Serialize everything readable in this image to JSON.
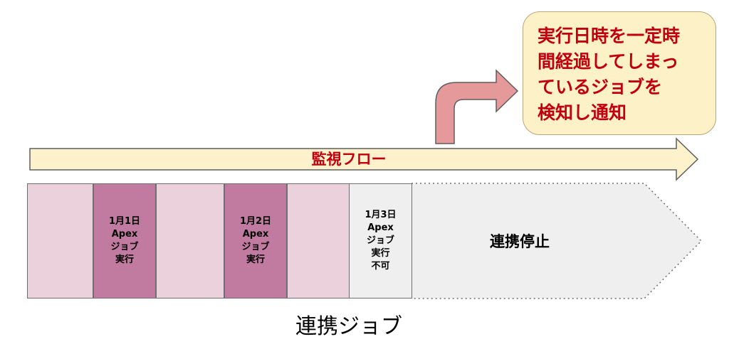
{
  "callout": {
    "lines": [
      "実行日時を一定時",
      "間経過してしまっ",
      "ているジョブを",
      "検知し通知"
    ]
  },
  "flow": {
    "label": "監視フロー"
  },
  "jobs": [
    {
      "lines": []
    },
    {
      "lines": [
        "1月1日",
        "Apex",
        "ジョブ",
        "実行"
      ]
    },
    {
      "lines": []
    },
    {
      "lines": [
        "1月2日",
        "Apex",
        "ジョブ",
        "実行"
      ]
    },
    {
      "lines": []
    },
    {
      "lines": [
        "1月3日",
        "Apex",
        "ジョブ",
        "実行",
        "不可"
      ]
    }
  ],
  "stop": {
    "label": "連携停止"
  },
  "caption": {
    "label": "連携ジョブ"
  },
  "colors": {
    "callout_fill": "#fdf1c7",
    "flow_fill": "#fef2cc",
    "alert_text": "#c0000f",
    "turn_arrow": "#e6999a",
    "job_light": "#ead1dc",
    "job_dark": "#c27ba0",
    "job_disabled": "#efefef",
    "stopped_fill": "#efefef"
  }
}
